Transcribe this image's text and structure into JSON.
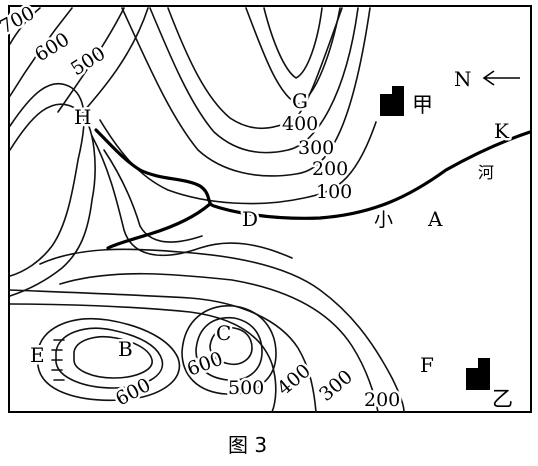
{
  "map": {
    "contour_labels": {
      "c700": "700",
      "c600_top": "600",
      "c500_top": "500",
      "c400_right": "400",
      "c300_right": "300",
      "c200_right": "200",
      "c100_right": "100",
      "c600_b": "600",
      "c600_c": "600",
      "c500_bottom": "500",
      "c400_bottom": "400",
      "c300_bottom": "300",
      "c200_bottom": "200"
    },
    "point_labels": {
      "H": "H",
      "G": "G",
      "D": "D",
      "A": "A",
      "K": "K",
      "B": "B",
      "C": "C",
      "E": "E",
      "F": "F"
    },
    "river_name": {
      "xiao": "小",
      "he": "河"
    },
    "settlements": {
      "jia": "甲",
      "yi": "乙"
    },
    "north_arrow": {
      "label": "N"
    },
    "caption": "图 3"
  }
}
